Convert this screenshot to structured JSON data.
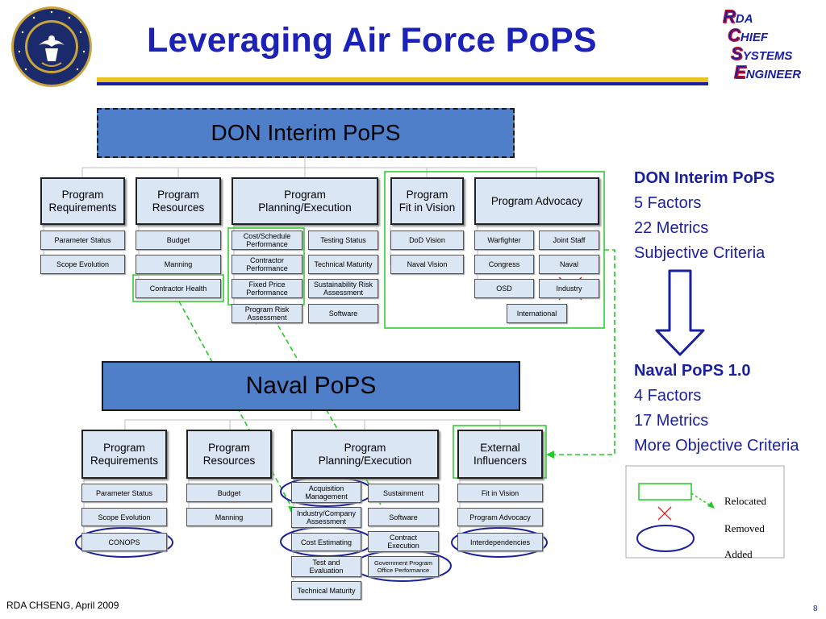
{
  "title": "Leveraging Air Force PoPS",
  "logo": {
    "lines": [
      [
        "R",
        "DA"
      ],
      [
        "C",
        "HIEF"
      ],
      [
        "S",
        "YSTEMS"
      ],
      [
        "E",
        "NGINEER"
      ]
    ]
  },
  "top": {
    "title": "DON Interim PoPS",
    "factors": [
      {
        "label": "Program\nRequirements",
        "metrics": [
          "Parameter Status",
          "Scope Evolution"
        ]
      },
      {
        "label": "Program\nResources",
        "metrics": [
          "Budget",
          "Manning",
          "Contractor Health"
        ]
      },
      {
        "label": "Program\nPlanning/Execution",
        "metrics": [
          "Cost/Schedule\nPerformance",
          "Contractor\nPerformance",
          "Fixed Price\nPerformance",
          "Program Risk\nAssessment",
          "Testing Status",
          "Technical Maturity",
          "Sustainability Risk\nAssessment",
          "Software"
        ]
      },
      {
        "label": "Program\nFit in Vision",
        "metrics": [
          "DoD Vision",
          "Naval Vision"
        ]
      },
      {
        "label": "Program Advocacy",
        "metrics": [
          "Warfighter",
          "Joint Staff",
          "Congress",
          "Naval",
          "OSD",
          "Industry",
          "International"
        ]
      }
    ]
  },
  "bottom": {
    "title": "Naval PoPS",
    "factors": [
      {
        "label": "Program\nRequirements",
        "metrics": [
          "Parameter Status",
          "Scope Evolution",
          "CONOPS"
        ]
      },
      {
        "label": "Program\nResources",
        "metrics": [
          "Budget",
          "Manning"
        ]
      },
      {
        "label": "Program\nPlanning/Execution",
        "metrics": [
          "Acquisition\nManagement",
          "Industry/Company\nAssessment",
          "Cost Estimating",
          "Test and\nEvaluation",
          "Technical Maturity",
          "Sustainment",
          "Software",
          "Contract\nExecution",
          "Government Program\nOffice Performance"
        ]
      },
      {
        "label": "External\nInfluencers",
        "metrics": [
          "Fit in Vision",
          "Program Advocacy",
          "Interdependencies"
        ]
      }
    ]
  },
  "side_top": {
    "heading": "DON Interim PoPS",
    "lines": [
      "5 Factors",
      "22 Metrics",
      "Subjective Criteria"
    ]
  },
  "side_bottom": {
    "heading": "Naval PoPS 1.0",
    "lines": [
      "4 Factors",
      "17 Metrics",
      "More Objective Criteria"
    ]
  },
  "legend": {
    "relocated": "Relocated",
    "removed": "Removed",
    "added": "Added"
  },
  "footer": "RDA CHSENG, April 2009",
  "page_number": "8",
  "colors": {
    "box_blue": "#4f7fc8",
    "light_box": "#dbe6f4",
    "relocated_green": "#22cc22",
    "removed_red": "#e02020",
    "added_navy": "#1a1f9e",
    "title_blue": "#1c22b8"
  }
}
